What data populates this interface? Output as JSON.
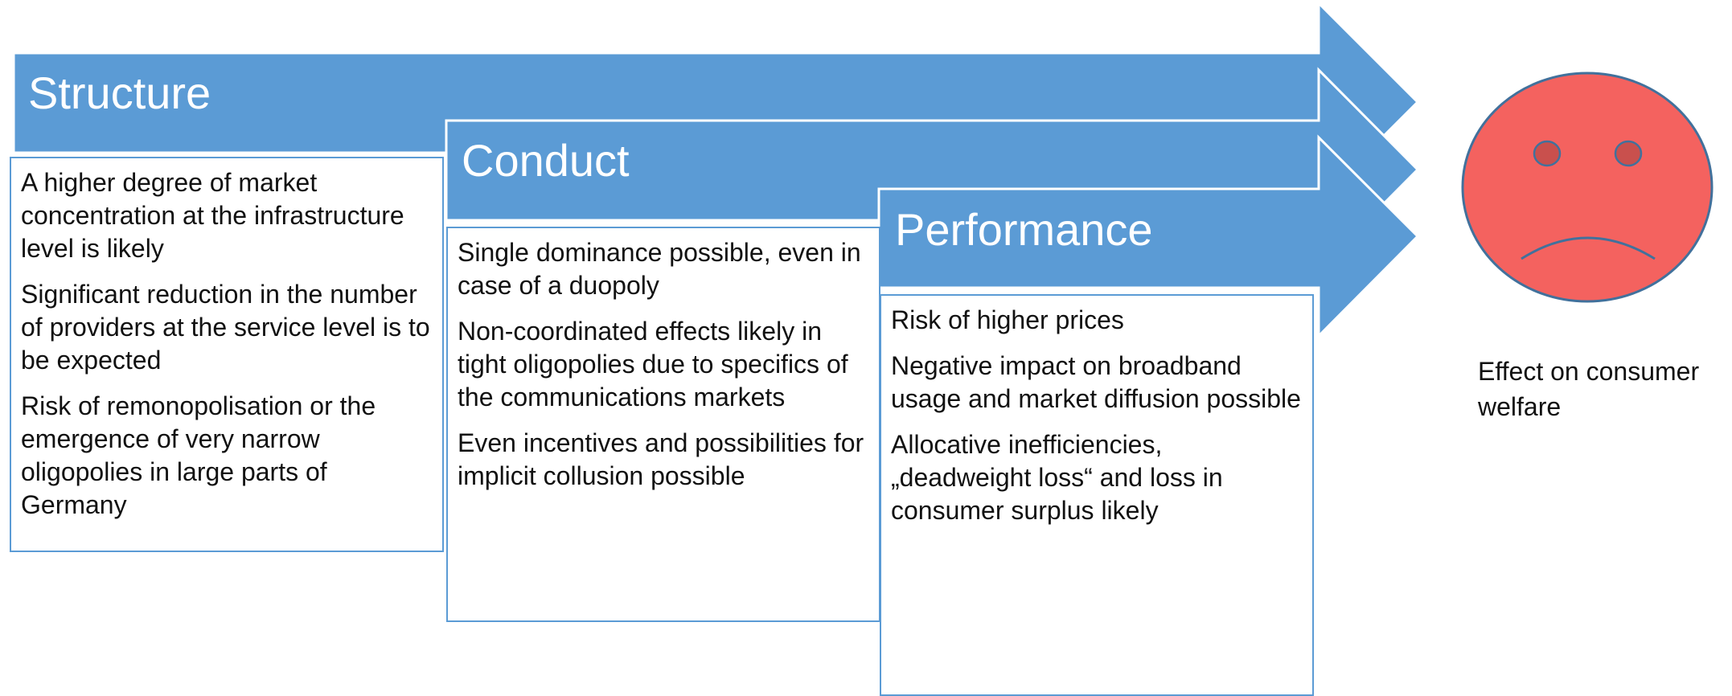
{
  "colors": {
    "arrow_fill": "#5b9bd5",
    "arrow_outline": "#ffffff",
    "box_border": "#5b9bd5",
    "face_fill": "#f4625f",
    "face_outline": "#41719c"
  },
  "stages": [
    {
      "title": "Structure",
      "points": [
        "A higher degree of market concentration at the infrastructure level is likely",
        "Significant reduction in the number of providers at the service level is to be expected",
        "Risk of remonopolisation or the emergence of very narrow oligopolies in large parts of Germany"
      ]
    },
    {
      "title": "Conduct",
      "points": [
        "Single dominance possible, even in case of a duopoly",
        "Non-coordinated effects likely in tight oligopolies due to specifics of the communications markets",
        "Even incentives and possibilities for implicit collusion possible"
      ]
    },
    {
      "title": "Performance",
      "points": [
        "Risk of higher prices",
        "Negative impact on broadband usage and market diffusion possible",
        "Allocative inefficiencies, „deadweight loss“ and loss in consumer surplus likely"
      ]
    }
  ],
  "outcome": {
    "icon": "sad-face-icon",
    "label": "Effect on consumer welfare"
  }
}
